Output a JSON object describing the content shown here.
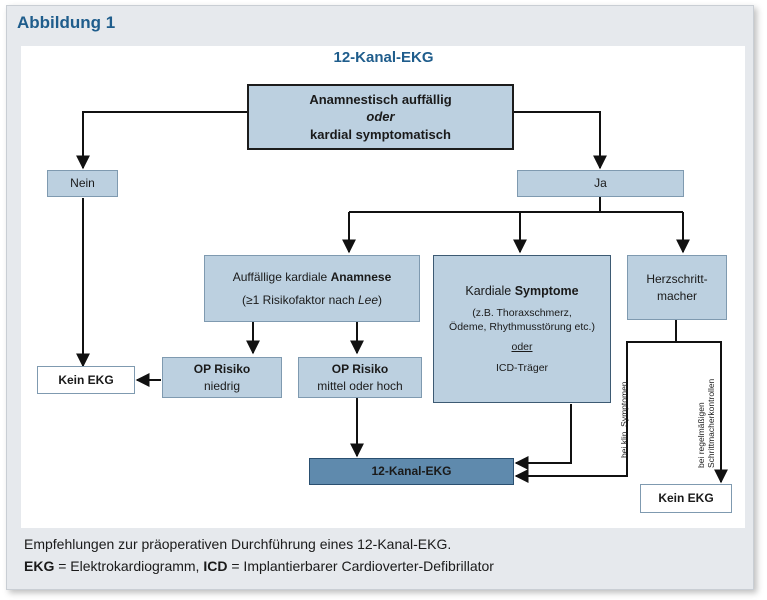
{
  "figure_label": "Abbildung 1",
  "diagram_title": "12-Kanal-EKG",
  "nodes": {
    "anamnesis": {
      "line1": "Anamnestisch auffällig",
      "line2": "oder",
      "line3": "kardial symptomatisch"
    },
    "nein": "Nein",
    "ja": "Ja",
    "kein_ekg_left": "Kein EKG",
    "kardiale_anamnese": {
      "line1_prefix": "Auffällige kardiale ",
      "line1_bold": "Anamnese",
      "line2_prefix": "(≥1 Risikofaktor nach ",
      "line2_italic": "Lee",
      "line2_suffix": ")"
    },
    "kardiale_symptome": {
      "prefix": "Kardiale ",
      "bold": "Symptome",
      "detail1": "(z.B. Thoraxschmerz,",
      "detail2": "Ödeme, Rhythmusstörung etc.)",
      "oder": "oder",
      "icd": "ICD-Träger"
    },
    "herzschrittmacher": {
      "line1": "Herzschritt-",
      "line2": "macher"
    },
    "op_risk_low": {
      "title": "OP Risiko",
      "sub": "niedrig"
    },
    "op_risk_high": {
      "title": "OP Risiko",
      "sub": "mittel oder hoch"
    },
    "ekg_bottom": "12-Kanal-EKG",
    "kein_ekg_right": "Kein EKG"
  },
  "edge_labels": {
    "clinical_symptoms": "bei klin. Symptomen",
    "pacemaker_checks_1": "bei regelmäßigen",
    "pacemaker_checks_2": "Schrittmacherkontrollen"
  },
  "caption": {
    "line1": "Empfehlungen zur präoperativen Durchführung eines 12-Kanal-EKG.",
    "line2_a": "EKG",
    "line2_b": " = Elektrokardiogramm, ",
    "line2_c": "ICD",
    "line2_d": " = Implantierbarer Cardioverter-Defibrillator"
  }
}
